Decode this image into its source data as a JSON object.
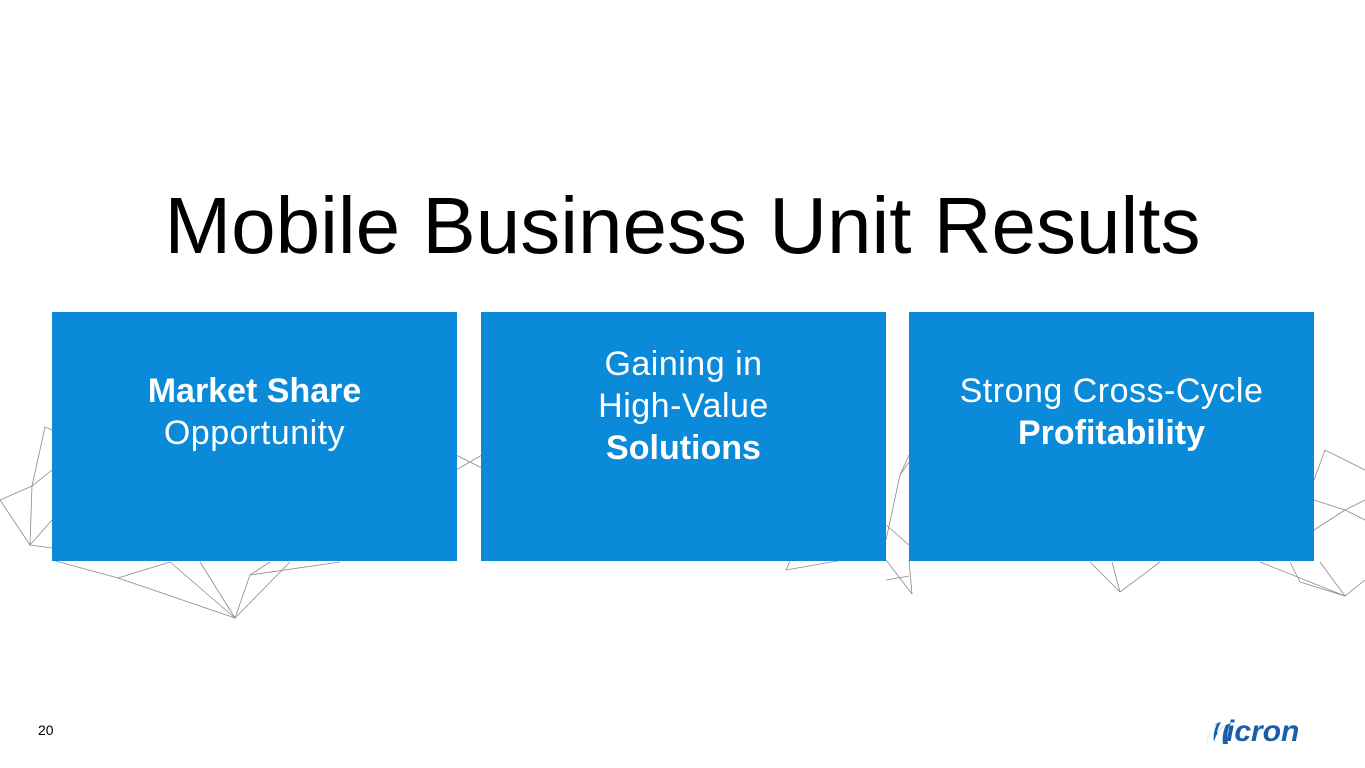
{
  "slide": {
    "title": "Mobile Business Unit Results",
    "page_number": "20"
  },
  "boxes": [
    {
      "line1": "Market Share",
      "line2": "Opportunity"
    },
    {
      "line1": "Gaining in",
      "line2": "High-Value",
      "line3": "Solutions"
    },
    {
      "line1": "Strong Cross-Cycle",
      "line2": "Profitability"
    }
  ],
  "logo": {
    "text": "icron"
  },
  "colors": {
    "box_blue": "#0a8ad8",
    "logo_blue": "#1b5fab"
  }
}
